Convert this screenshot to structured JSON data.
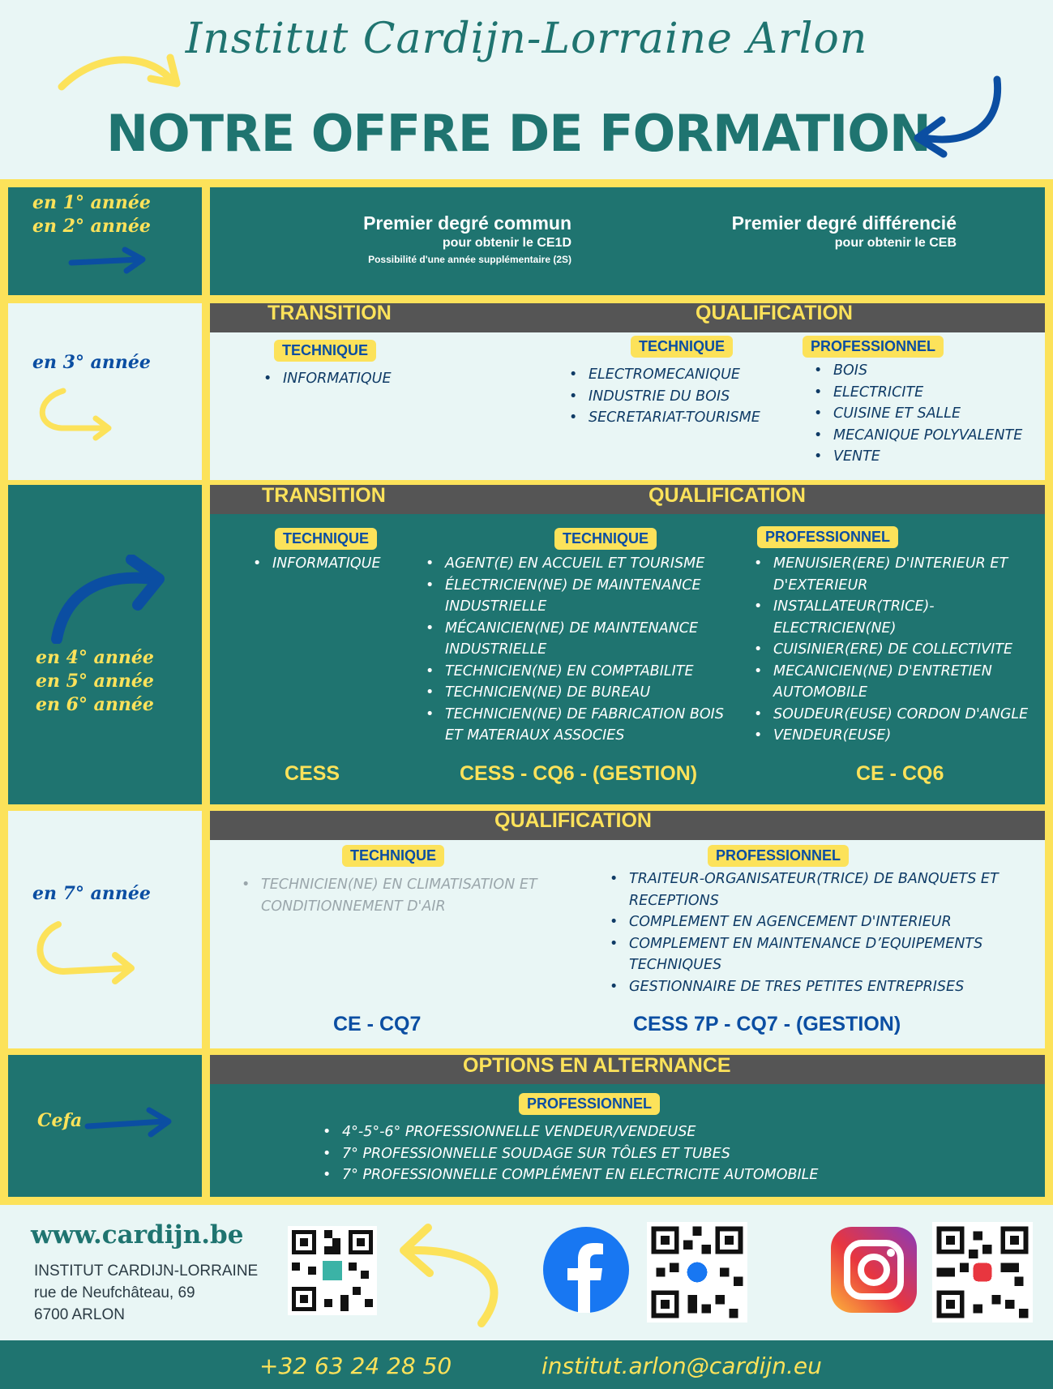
{
  "header": {
    "school": "Institut Cardijn-Lorraine Arlon",
    "title": "NOTRE OFFRE DE FORMATION"
  },
  "row1": {
    "years": [
      "en 1° année",
      "en 2° année"
    ],
    "common": {
      "title": "Premier degré  commun",
      "sub": "pour obtenir le CE1D",
      "note": "Possibilité d'une année supplémentaire (2S)"
    },
    "diff": {
      "title": "Premier degré différencié",
      "sub": "pour obtenir le CEB"
    }
  },
  "row2": {
    "year": "en 3° année",
    "transition_title": "TRANSITION",
    "qualification_title": "QUALIFICATION",
    "transition_tag": "TECHNIQUE",
    "transition_items": [
      "INFORMATIQUE"
    ],
    "tech_tag": "TECHNIQUE",
    "tech_items": [
      "ELECTROMECANIQUE",
      "INDUSTRIE DU BOIS",
      "SECRETARIAT-TOURISME"
    ],
    "pro_tag": "PROFESSIONNEL",
    "pro_items": [
      "BOIS",
      "ELECTRICITE",
      "CUISINE ET SALLE",
      "MECANIQUE POLYVALENTE",
      "VENTE"
    ]
  },
  "row3": {
    "years": [
      "en 4° année",
      "en 5° année",
      "en 6° année"
    ],
    "transition_title": "TRANSITION",
    "qualification_title": "QUALIFICATION",
    "transition_tag": "TECHNIQUE",
    "transition_items": [
      "INFORMATIQUE"
    ],
    "tech_tag": "TECHNIQUE",
    "tech_items": [
      "AGENT(E) EN ACCUEIL ET TOURISME",
      "ÉLECTRICIEN(NE) DE MAINTENANCE INDUSTRIELLE",
      "MÉCANICIEN(NE) DE MAINTENANCE INDUSTRIELLE",
      "TECHNICIEN(NE) EN COMPTABILITE",
      "TECHNICIEN(NE) DE BUREAU",
      "TECHNICIEN(NE)  DE FABRICATION BOIS ET MATERIAUX ASSOCIES"
    ],
    "pro_tag": "PROFESSIONNEL",
    "pro_items": [
      "MENUISIER(ERE) D'INTERIEUR ET D'EXTERIEUR",
      "INSTALLATEUR(TRICE)-ELECTRICIEN(NE)",
      "CUISINIER(ERE) DE COLLECTIVITE",
      "MECANICIEN(NE) D'ENTRETIEN AUTOMOBILE",
      "SOUDEUR(EUSE) CORDON D'ANGLE",
      "VENDEUR(EUSE)"
    ],
    "diplomas": [
      "CESS",
      "CESS - CQ6 - (GESTION)",
      "CE - CQ6"
    ]
  },
  "row4": {
    "year": "en 7° année",
    "qualification_title": "QUALIFICATION",
    "tech_tag": "TECHNIQUE",
    "tech_items": [
      "TECHNICIEN(NE) EN CLIMATISATION ET CONDITIONNEMENT D'AIR"
    ],
    "pro_tag": "PROFESSIONNEL",
    "pro_items": [
      "TRAITEUR-ORGANISATEUR(TRICE) DE BANQUETS ET RECEPTIONS",
      "COMPLEMENT EN AGENCEMENT D'INTERIEUR",
      "COMPLEMENT EN MAINTENANCE D’EQUIPEMENTS TECHNIQUES",
      "GESTIONNAIRE DE TRES PETITES ENTREPRISES"
    ],
    "diplomas": [
      "CE - CQ7",
      "CESS 7P - CQ7 - (GESTION)"
    ]
  },
  "row5": {
    "year": "Cefa",
    "title": "OPTIONS EN ALTERNANCE",
    "pro_tag": "PROFESSIONNEL",
    "items": [
      " 4°-5°-6° PROFESSIONNELLE VENDEUR/VENDEUSE",
      "7° PROFESSIONNELLE SOUDAGE SUR TÔLES ET TUBES",
      "7° PROFESSIONNELLE COMPLÉMENT EN ELECTRICITE AUTOMOBILE"
    ]
  },
  "footer": {
    "website": "www.cardijn.be",
    "address": [
      "INSTITUT CARDIJN-LORRAINE",
      "rue de Neufchâteau, 69",
      "6700 ARLON"
    ],
    "phone": "+32 63 24 28 50",
    "email": "institut.arlon@cardijn.eu"
  },
  "icons": [
    "arrow-right-icon",
    "arrow-left-icon",
    "arrow-curve-icon",
    "qr-code-icon",
    "facebook-icon",
    "instagram-icon"
  ],
  "colors": {
    "teal": "#1f7470",
    "yellow": "#fce25a",
    "blue": "#0b4ea2",
    "band": "#555555",
    "light": "#e9f6f5"
  }
}
